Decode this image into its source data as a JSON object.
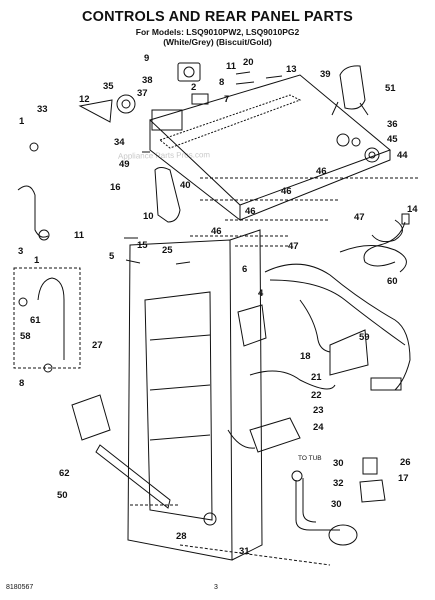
{
  "page": {
    "title": "CONTROLS AND REAR PANEL PARTS",
    "models_line": "For Models: LSQ9010PW2, LSQ9010PG2",
    "colors_line": "(White/Grey)   (Biscuit/Gold)",
    "doc_number": "8180567",
    "page_number": "3",
    "watermark": "Appliance Parts Pros.com"
  },
  "diagram": {
    "annotations": {
      "to_tub": "TO TUB"
    },
    "callouts": [
      "9",
      "20",
      "11",
      "13",
      "39",
      "12",
      "38",
      "37",
      "35",
      "7",
      "33",
      "2",
      "8",
      "51",
      "1",
      "36",
      "45",
      "34",
      "44",
      "49",
      "40",
      "16",
      "46",
      "46",
      "46",
      "47",
      "10",
      "14",
      "46",
      "47",
      "11",
      "15",
      "25",
      "3",
      "1",
      "5",
      "6",
      "4",
      "60",
      "61",
      "58",
      "27",
      "8",
      "59",
      "18",
      "21",
      "22",
      "23",
      "24",
      "62",
      "50",
      "30",
      "26",
      "17",
      "32",
      "28",
      "30",
      "31"
    ]
  }
}
